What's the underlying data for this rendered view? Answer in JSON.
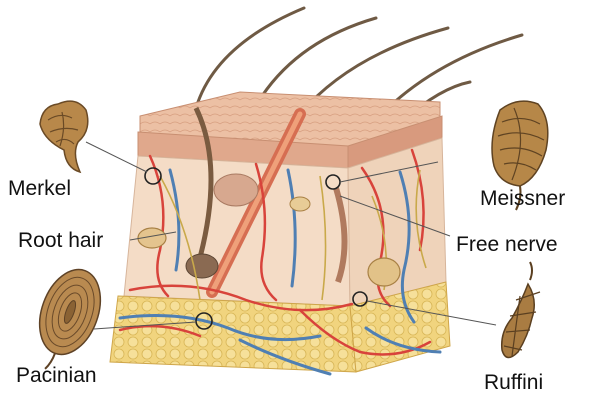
{
  "labels": {
    "merkel": "Merkel",
    "root_hair": "Root hair",
    "pacinian": "Pacinian",
    "meissner": "Meissner",
    "free_nerve": "Free nerve",
    "ruffini": "Ruffini"
  },
  "colors": {
    "epidermis": "#e8b89a",
    "dermis": "#f3dcc4",
    "fat": "#f0d27a",
    "artery": "#d8433b",
    "vein": "#4f7fb3",
    "nerve": "#c9a94a",
    "hair": "#6f5a44",
    "receptor": "#b88a4a"
  },
  "icons": [
    "merkel-receptor-icon",
    "pacinian-corpuscle-icon",
    "meissner-corpuscle-icon",
    "ruffini-ending-icon"
  ]
}
